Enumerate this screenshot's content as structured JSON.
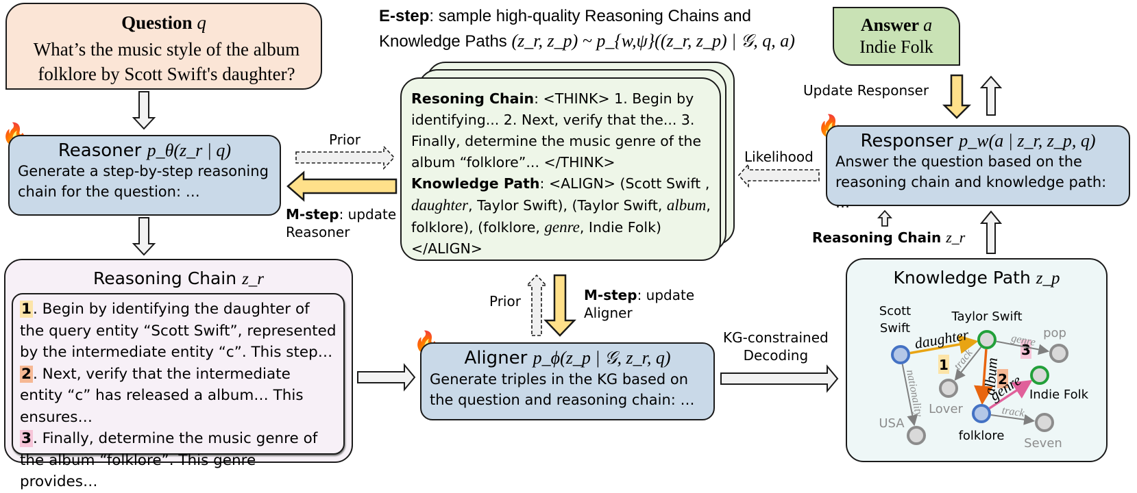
{
  "question": {
    "title": "Question",
    "symbol": "q",
    "text": "What’s the music style of the album folklore by Scott Swift's daughter?"
  },
  "answer": {
    "title": "Answer",
    "symbol": "a",
    "text": "Indie Folk"
  },
  "e_step": {
    "bold": "E-step",
    "line1": ": sample high-quality Reasoning Chains and",
    "line2_prefix": "Knowledge Paths ",
    "formula": "(z_r, z_p) ~ p_{w,ψ}((z_r, z_p) | 𝒢, q, a)"
  },
  "reasoner": {
    "title": "Reasoner",
    "formula": "p_θ(z_r | q)",
    "description": "Generate a step-by-step reasoning chain for the question: …"
  },
  "aligner": {
    "title": "Aligner",
    "formula": "p_ϕ(z_p | 𝒢, z_r, q)",
    "description": "Generate triples in the KG based on the question and reasoning chain: …"
  },
  "responser": {
    "title": "Responser",
    "formula": "p_w(a | z_r, z_p, q)",
    "description": "Answer the question based on the reasoning chain and knowledge path: …"
  },
  "reasoning_chain": {
    "title": "Reasoning Chain",
    "symbol": "z_r",
    "steps": [
      {
        "num": "1",
        "color": "#fce4a8",
        "text": ". Begin by identifying the daughter of the query entity “Scott Swift”, represented by the intermediate entity “c”. This step…"
      },
      {
        "num": "2",
        "color": "#f6b894",
        "text": ". Next, verify that the intermediate entity “c” has released a album… This ensures…"
      },
      {
        "num": "3",
        "color": "#f6c4d8",
        "text": ". Finally, determine the music genre of the album “folklore”. This genre provides…"
      }
    ]
  },
  "sample_card": {
    "rc_label": "Resoning Chain",
    "rc_text": ": <THINK> 1. Begin by identifying... 2. Next, verify that the... 3. Finally, determine the music genre of the album “folklore”... </THINK>",
    "kp_label": "Knowledge Path",
    "kp_text_1": ": <ALIGN> (Scott Swift , ",
    "kp_rel_1": "daughter",
    "kp_text_2": ", Taylor Swift), (Taylor Swift, ",
    "kp_rel_2": "album",
    "kp_text_3": ", folklore), (folklore, ",
    "kp_rel_3": "genre",
    "kp_text_4": ", Indie Folk) </ALIGN>"
  },
  "knowledge_path": {
    "title": "Knowledge Path",
    "symbol": "z_p",
    "nodes": [
      {
        "id": "scott",
        "label": "Scott Swift",
        "type": "query"
      },
      {
        "id": "taylor",
        "label": "Taylor Swift",
        "type": "intermediate"
      },
      {
        "id": "pop",
        "label": "pop",
        "type": "other"
      },
      {
        "id": "indie",
        "label": "Indie Folk",
        "type": "answer"
      },
      {
        "id": "lover",
        "label": "Lover",
        "type": "other"
      },
      {
        "id": "folklore",
        "label": "folklore",
        "type": "query"
      },
      {
        "id": "usa",
        "label": "USA",
        "type": "other"
      },
      {
        "id": "seven",
        "label": "Seven",
        "type": "other"
      }
    ],
    "edges": [
      {
        "from": "scott",
        "to": "taylor",
        "relation": "daughter",
        "step": "1",
        "color": "#e8a413"
      },
      {
        "from": "taylor",
        "to": "folklore",
        "relation": "album",
        "step": "2",
        "color": "#e8650f"
      },
      {
        "from": "folklore",
        "to": "indie",
        "relation": "genre",
        "step": "3",
        "color": "#e0609a"
      },
      {
        "from": "taylor",
        "to": "pop",
        "relation": "genre",
        "step": "",
        "color": "#7f7f7f"
      },
      {
        "from": "taylor",
        "to": "lover",
        "relation": "track",
        "step": "",
        "color": "#7f7f7f"
      },
      {
        "from": "scott",
        "to": "usa",
        "relation": "nationality",
        "step": "",
        "color": "#7f7f7f"
      },
      {
        "from": "folklore",
        "to": "seven",
        "relation": "track",
        "step": "",
        "color": "#7f7f7f"
      }
    ]
  },
  "arrow_labels": {
    "prior_top": "Prior",
    "m_step_reasoner_bold": "M-step",
    "m_step_reasoner_rest": ": update",
    "m_step_reasoner_line2": "Reasoner",
    "likelihood": "Likelihood",
    "update_responser": "Update Responser",
    "prior_bottom": "Prior",
    "m_step_aligner_bold": "M-step",
    "m_step_aligner_rest": ": update",
    "m_step_aligner_line2": "Aligner",
    "kg_decoding_line1": "KG-constrained",
    "kg_decoding_line2": "Decoding",
    "reasoning_chain_input": "Reasoning Chain",
    "reasoning_chain_input_symbol": "z_r"
  },
  "colors": {
    "question_bg": "#fbe5d6",
    "answer_bg": "#c9e2b5",
    "module_bg": "#c9d9e8",
    "reasoning_bg": "#f7f0f7",
    "card_bg": "#eef6e8",
    "kg_bg": "#eef7f7",
    "update_arrow": "#ffe08a",
    "prior_arrow": "#f0f0f0"
  },
  "icons": {
    "trainable": "🔥"
  }
}
